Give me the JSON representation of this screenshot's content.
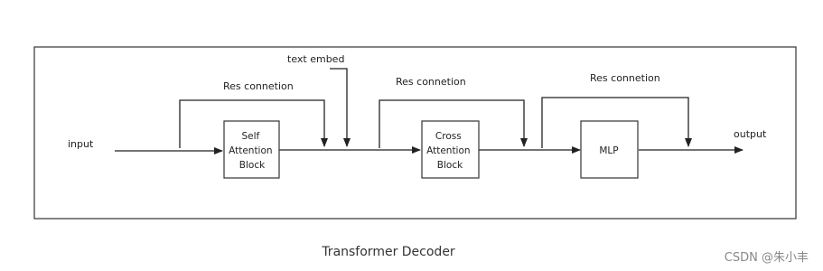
{
  "labels": {
    "input": "input",
    "output": "output",
    "text_embed": "text embed",
    "res_connection_1": "Res connetion",
    "res_connection_2": "Res connetion",
    "res_connection_3": "Res connetion"
  },
  "blocks": {
    "self_attention": [
      "Self",
      "Attention",
      "Block"
    ],
    "cross_attention": [
      "Cross",
      "Attention",
      "Block"
    ],
    "mlp": "MLP"
  },
  "caption": "Transformer Decoder",
  "watermark": "CSDN @朱小丰",
  "colors": {
    "stroke": "#222222",
    "background": "#ffffff",
    "watermark": "#888888"
  }
}
